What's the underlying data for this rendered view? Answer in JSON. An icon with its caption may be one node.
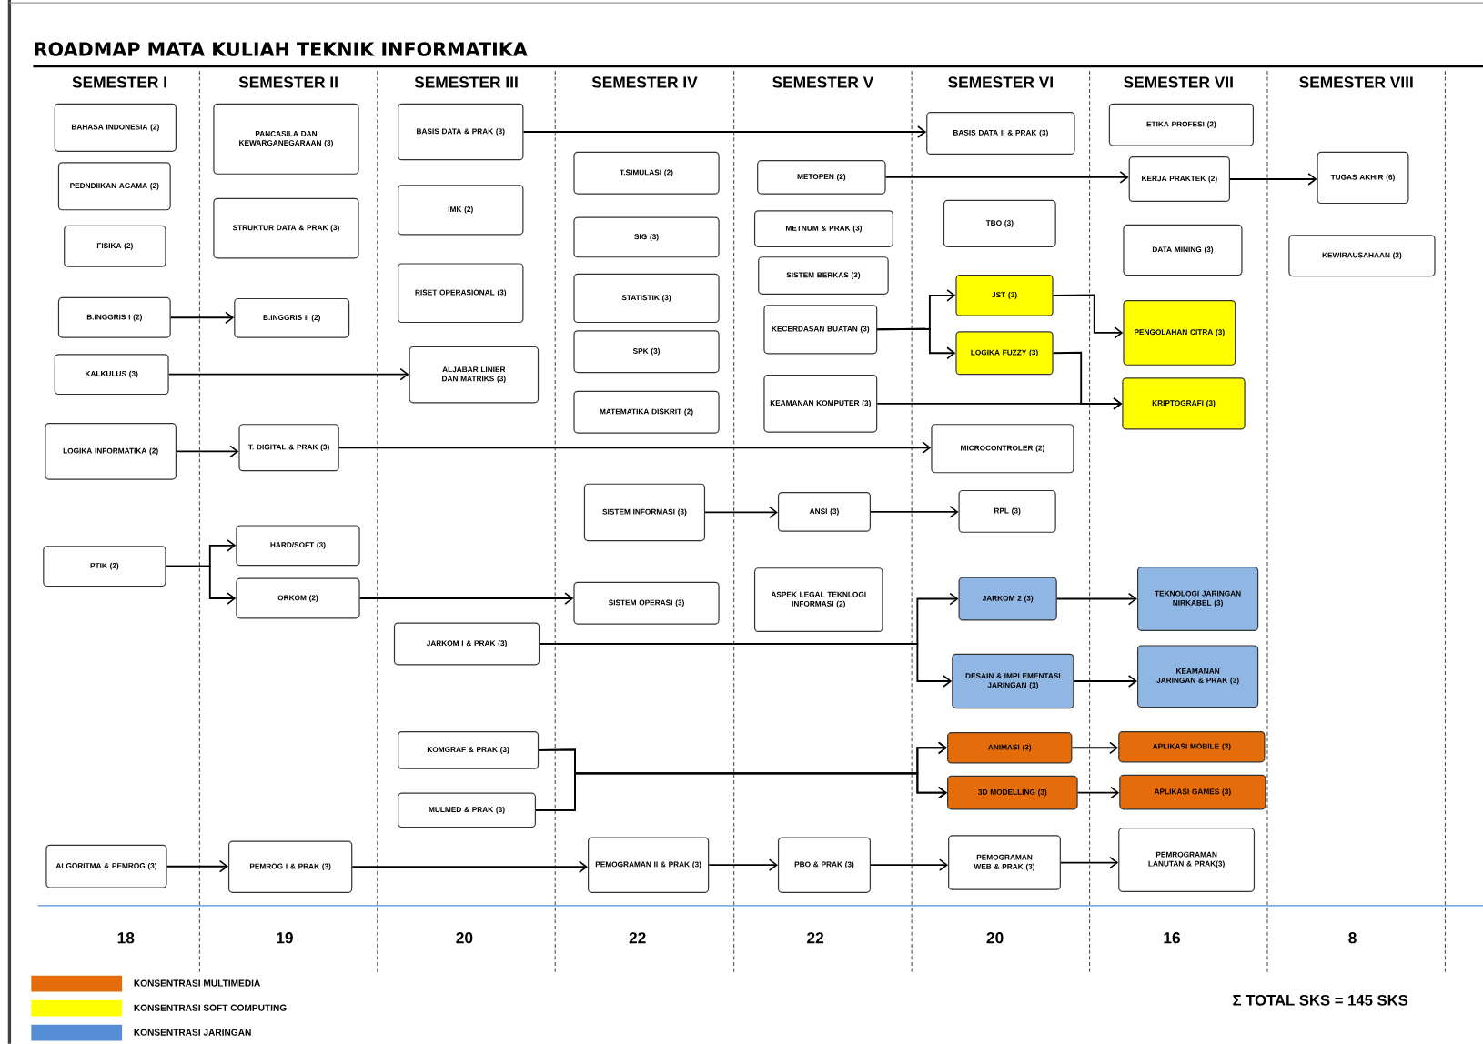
{
  "diagram": {
    "title": "ROADMAP MATA KULIAH TEKNIK INFORMATIKA",
    "nodes": [
      {
        "text": [
          "BAHASA INDONESIA (2)"
        ]
      },
      {
        "text": [
          "PEDNDIIKAN AGAMA (2)"
        ]
      },
      {
        "text": [
          "FISIKA (2)"
        ]
      },
      {
        "text": [
          "B.INGGRIS I (2)"
        ]
      },
      {
        "text": [
          "KALKULUS (3)"
        ]
      },
      {
        "text": [
          "LOGIKA INFORMATIKA (2)"
        ]
      },
      {
        "text": [
          "PTIK (2)"
        ]
      },
      {
        "text": [
          "ALGORITMA & PEMROG (3)"
        ]
      },
      {
        "text": [
          "PANCASILA DAN KEWARGANEGARAAN (3)"
        ]
      },
      {
        "text": [
          "STRUKTUR DATA & PRAK (3)"
        ]
      },
      {
        "text": [
          "B.INGGRIS II (2)"
        ]
      },
      {
        "text": [
          "T. DIGITAL & PRAK (3)"
        ]
      },
      {
        "text": [
          "HARD/SOFT (3)"
        ]
      },
      {
        "text": [
          "ORKOM (2)"
        ]
      },
      {
        "text": [
          "PEMROG I & PRAK (3)"
        ]
      },
      {
        "text": [
          "BASIS DATA & PRAK (3)"
        ]
      },
      {
        "text": [
          "IMK (2)"
        ]
      },
      {
        "text": [
          "RISET OPERASIONAL (3)"
        ]
      },
      {
        "text": [
          "ALJABAR LINIER DAN MATRIKS (3)"
        ]
      },
      {
        "text": [
          "JARKOM I & PRAK (3)"
        ]
      },
      {
        "text": [
          "KOMGRAF & PRAK (3)"
        ]
      },
      {
        "text": [
          "MULMED & PRAK (3)"
        ]
      },
      {
        "text": [
          "T.SIMULASI (2)"
        ]
      },
      {
        "text": [
          "SIG (3)"
        ]
      },
      {
        "text": [
          "STATISTIK (3)"
        ]
      },
      {
        "text": [
          "SPK (3)"
        ]
      },
      {
        "text": [
          "MATEMATIKA DISKRIT (2)"
        ]
      },
      {
        "text": [
          "SISTEM INFORMASI (3)"
        ]
      },
      {
        "text": [
          "SISTEM OPERASI (3)"
        ]
      },
      {
        "text": [
          "PEMOGRAMAN II & PRAK (3)"
        ]
      },
      {
        "text": [
          "METOPEN (2)"
        ]
      },
      {
        "text": [
          "METNUM & PRAK (3)"
        ]
      },
      {
        "text": [
          "SISTEM BERKAS (3)"
        ]
      },
      {
        "text": [
          "KECERDASAN BUATAN (3)"
        ]
      },
      {
        "text": [
          "KEAMANAN KOMPUTER (3)"
        ]
      },
      {
        "text": [
          "ANSI (3)"
        ]
      },
      {
        "text": [
          "ASPEK LEGAL TEKNLOGI INFORMASI (2)"
        ]
      },
      {
        "text": [
          "PBO & PRAK (3)"
        ]
      },
      {
        "text": [
          "BASIS DATA II & PRAK (3)"
        ]
      },
      {
        "text": [
          "TBO (3)"
        ]
      },
      {
        "text": [
          "JST (3)"
        ]
      },
      {
        "text": [
          "LOGIKA FUZZY (3)"
        ]
      },
      {
        "text": [
          "MICROCONTROLER (2)"
        ]
      },
      {
        "text": [
          "RPL (3)"
        ]
      },
      {
        "text": [
          "JARKOM 2 (3)"
        ]
      },
      {
        "text": [
          "DESAIN & IMPLEMENTASI JARINGAN (3)"
        ]
      },
      {
        "text": [
          "ANIMASI (3)"
        ]
      },
      {
        "text": [
          "3D MODELLING (3)"
        ]
      },
      {
        "text": [
          "PEMOGRAMAN WEB & PRAK (3)"
        ]
      },
      {
        "text": [
          "ETIKA PROFESI (2)"
        ]
      },
      {
        "text": [
          "KERJA PRAKTEK (2)"
        ]
      },
      {
        "text": [
          "DATA MINING (3)"
        ]
      },
      {
        "text": [
          "PENGOLAHAN CITRA (3)"
        ]
      },
      {
        "text": [
          "KRIPTOGRAFI (3)"
        ]
      },
      {
        "text": [
          "TEKNOLOGI JARINGAN NIRKABEL (3)"
        ]
      },
      {
        "text": [
          "KEAMANAN JARINGAN & PRAK (3)"
        ]
      },
      {
        "text": [
          "APLIKASI MOBILE (3)"
        ]
      },
      {
        "text": [
          "APLIKASI GAMES (3)"
        ]
      },
      {
        "text": [
          "PEMROGRAMAN LANUTAN & PRAK(3)"
        ]
      },
      {
        "text": [
          "TUGAS AKHIR (6)"
        ]
      },
      {
        "text": [
          "KEWIRAUSAHAAN (2)"
        ]
      }
    ],
    "edges": [
      {
        "from": 3,
        "to": 10,
        "arrow": "to"
      },
      {
        "from": 4,
        "to": 18,
        "arrow": "to"
      },
      {
        "from": 5,
        "to": 11,
        "arrow": "to"
      },
      {
        "from": 11,
        "to": 42,
        "arrow": "to"
      },
      {
        "from": 6,
        "to": 12,
        "arrow": "to"
      },
      {
        "from": 6,
        "to": 13,
        "arrow": "to"
      },
      {
        "from": 13,
        "to": 28,
        "arrow": "to"
      },
      {
        "from": 7,
        "to": 14,
        "arrow": "to"
      },
      {
        "from": 14,
        "to": 29,
        "arrow": "to"
      },
      {
        "from": 29,
        "to": 37,
        "arrow": "to"
      },
      {
        "from": 37,
        "to": 48,
        "arrow": "to"
      },
      {
        "from": 48,
        "to": 58,
        "arrow": "to"
      },
      {
        "from": 15,
        "to": 38,
        "arrow": "to"
      },
      {
        "from": 30,
        "to": 50,
        "arrow": "to"
      },
      {
        "from": 50,
        "to": 59,
        "arrow": "to"
      },
      {
        "from": 33,
        "to": 40,
        "arrow": "to"
      },
      {
        "from": 33,
        "to": 41,
        "arrow": "to"
      },
      {
        "from": 40,
        "to": 52,
        "arrow": "to"
      },
      {
        "from": 41,
        "to": 53,
        "arrow": "to"
      },
      {
        "from": 34,
        "to": 53,
        "arrow": "to"
      },
      {
        "from": 27,
        "to": 35,
        "arrow": "to"
      },
      {
        "from": 35,
        "to": 43,
        "arrow": "to"
      },
      {
        "from": 19,
        "to": 44,
        "arrow": "to"
      },
      {
        "from": 19,
        "to": 45,
        "arrow": "to"
      },
      {
        "from": 20,
        "to": 46,
        "arrow": "to"
      },
      {
        "from": 20,
        "to": 47,
        "arrow": "to"
      },
      {
        "from": 21,
        "to": 46,
        "arrow": "to"
      },
      {
        "from": 21,
        "to": 47,
        "arrow": "to"
      },
      {
        "from": 44,
        "to": 54,
        "arrow": "to"
      },
      {
        "from": 45,
        "to": 55,
        "arrow": "to"
      },
      {
        "from": 46,
        "to": 56,
        "arrow": "to"
      },
      {
        "from": 47,
        "to": 57,
        "arrow": "to"
      }
    ],
    "labels": [
      "SEMESTER I",
      "SEMESTER II",
      "SEMESTER III",
      "SEMESTER IV",
      "SEMESTER V",
      "SEMESTER VI",
      "SEMESTER VII",
      "SEMESTER VIII",
      "18",
      "19",
      "20",
      "22",
      "22",
      "20",
      "16",
      "8",
      "Σ TOTAL SKS = 145 SKS"
    ],
    "legend": [
      {
        "text": "KONSENTRASI MULTIMEDIA",
        "color": "#e46c0a"
      },
      {
        "text": "KONSENTRASI SOFT COMPUTING",
        "color": "#ffff00"
      },
      {
        "text": "KONSENTRASI JARINGAN",
        "color": "#558ed5"
      }
    ]
  }
}
